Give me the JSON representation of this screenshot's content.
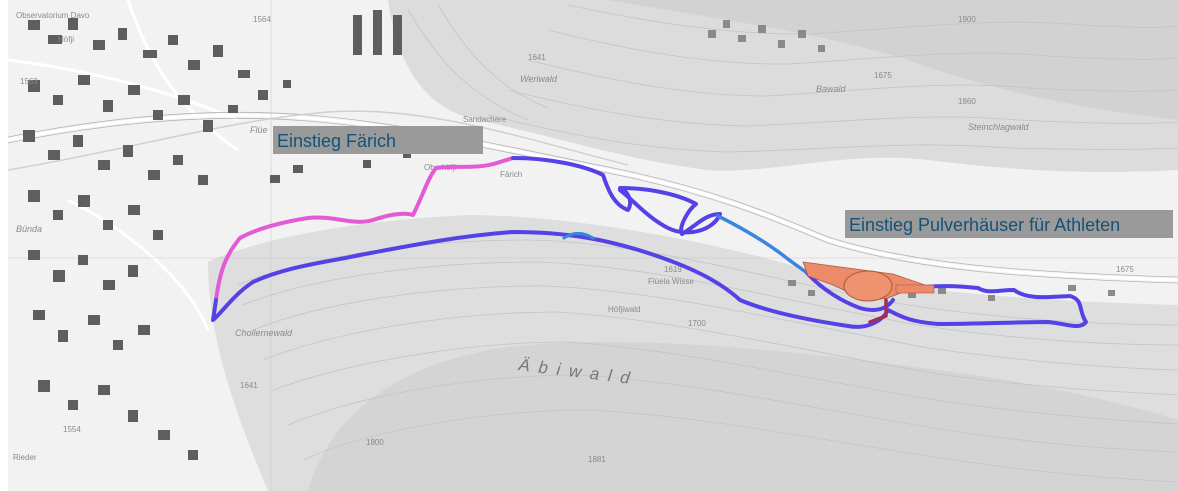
{
  "callouts": {
    "faerich": "Einstieg Färich",
    "pulverhaeuser": "Einstieg Pulverhäuser für Athleten"
  },
  "place_labels": {
    "observatorium": "Observatorium Davo",
    "hoefji": "Höfji",
    "weriwald": "Weriwald",
    "bawald": "Bawald",
    "sandachere": "Sandachere",
    "oberhoefji": "Oberhöfji",
    "faerich_small": "Färich",
    "buenda": "Bünda",
    "chollernewald": "Chollernewald",
    "hoefjiwald": "Höfjiwald",
    "rieder": "Rieder",
    "fluela_wisse": "Flüela Wisse",
    "steinchlagwald": "Steinchlagwald",
    "aebiwald": "Ä b i w a l d",
    "fluela": "Flüe"
  },
  "elevation_labels": {
    "e1563": "1563",
    "e1564": "1564",
    "e1641a": "1641",
    "e1641b": "1641",
    "e1675a": "1675",
    "e1675b": "1675",
    "e1619": "1619",
    "e1700": "1700",
    "e1881": "1881",
    "e1554": "1554",
    "e1800": "1800",
    "e1860": "1860",
    "e1900": "1900"
  },
  "colors": {
    "route_main": "#5542e6",
    "route_pink": "#e35ad6",
    "route_lightblue": "#3a86dd",
    "route_maroon": "#9b2f5a",
    "area_orange": "#ec8a6a",
    "callout_bg": "#9a9a9a",
    "callout_text": "#14527a",
    "building": "#5e5e5e",
    "map_bg": "#efefef",
    "slope": "#dcdcdc"
  }
}
